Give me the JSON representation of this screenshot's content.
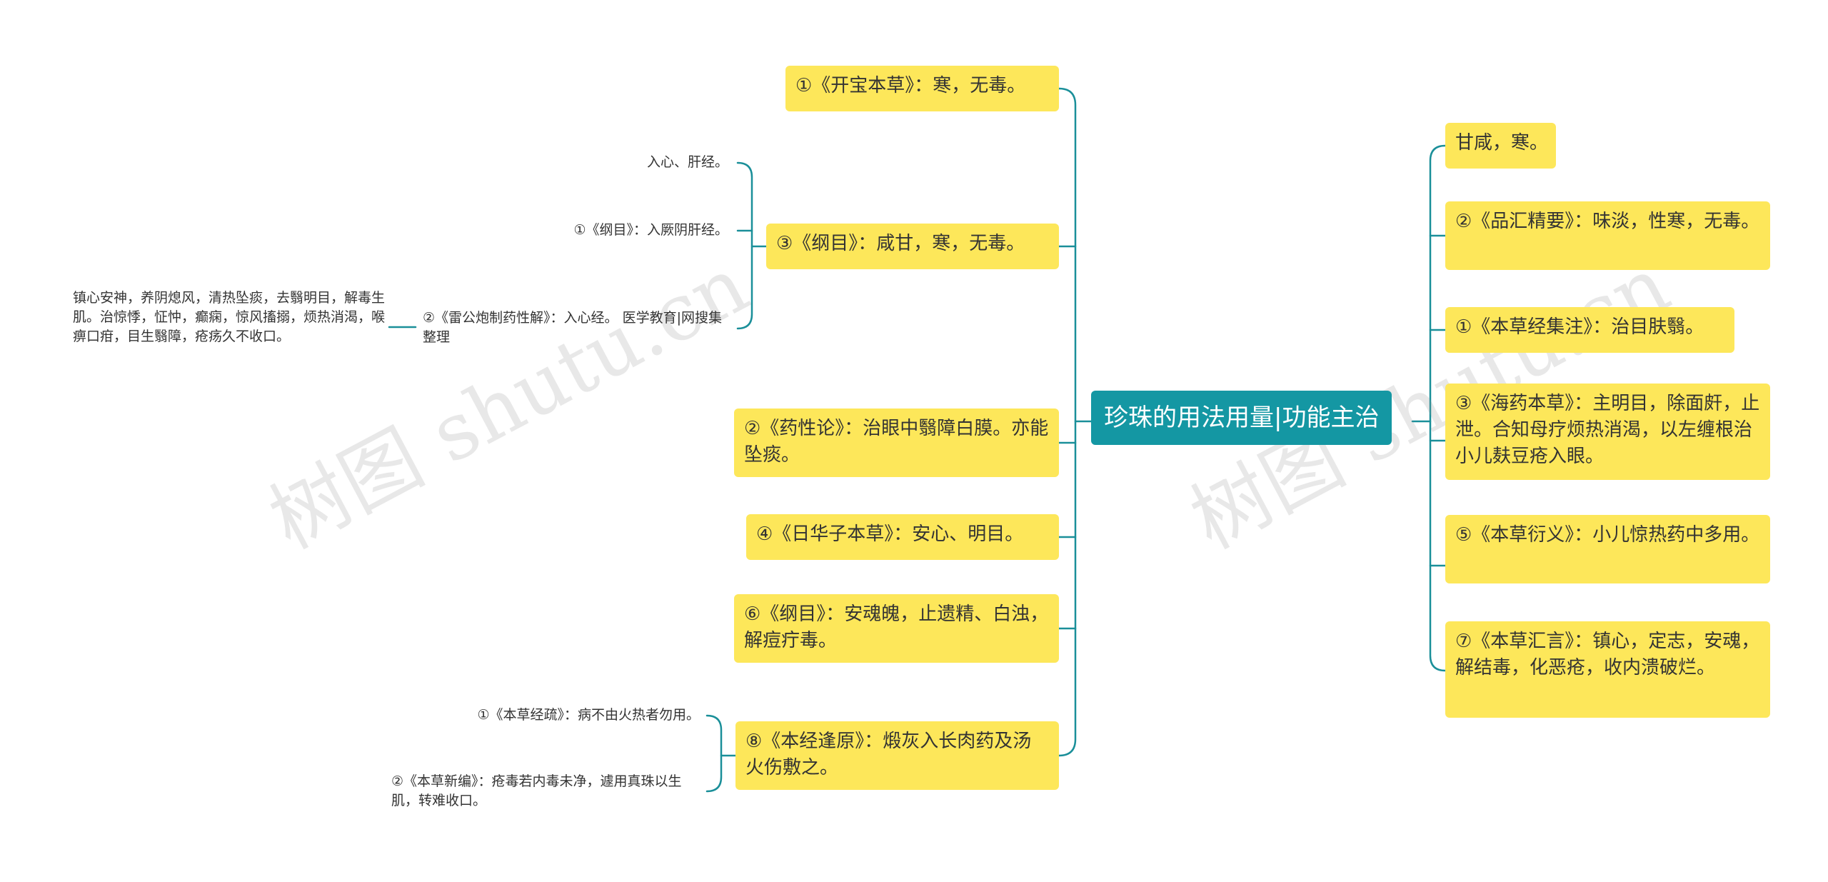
{
  "center": "珍珠的用法用量|功能主治",
  "watermark": "树图 shutu.cn",
  "colors": {
    "line": "#1a8f99",
    "node_bg": "#fde75a",
    "center_bg": "#1497a3"
  },
  "left": [
    {
      "label": "①《开宝本草》：寒，无毒。"
    },
    {
      "label": "③《纲目》：咸甘，寒，无毒。",
      "children": [
        "入心、肝经。",
        "①《纲目》：入厥阴肝经。",
        "②《雷公炮制药性解》：入心经。 医学教育|网搜集整理"
      ],
      "grandchild": "镇心安神，养阴熄风，清热坠痰，去翳明目，解毒生肌。治惊悸，怔忡，癫痫，惊风搐搦，烦热消渴，喉痹口疳，目生翳障，疮疡久不收口。"
    },
    {
      "label": "②《药性论》：治眼中翳障白膜。亦能坠痰。"
    },
    {
      "label": "④《日华子本草》：安心、明目。"
    },
    {
      "label": "⑥《纲目》：安魂魄，止遗精、白浊，解痘疔毒。"
    },
    {
      "label": "⑧《本经逢原》：煅灰入长肉药及汤火伤敷之。",
      "children": [
        "①《本草经疏》：病不由火热者勿用。",
        "②《本草新编》：疮毒若内毒未净，遽用真珠以生肌，转难收口。"
      ]
    }
  ],
  "right": [
    {
      "label": "甘咸，寒。"
    },
    {
      "label": "②《品汇精要》：味淡，性寒，无毒。"
    },
    {
      "label": "①《本草经集注》：治目肤翳。"
    },
    {
      "label": "③《海药本草》：主明目，除面皯，止泄。合知母疗烦热消渴，以左缠根治小儿麸豆疮入眼。"
    },
    {
      "label": "⑤《本草衍义》：小儿惊热药中多用。"
    },
    {
      "label": "⑦《本草汇言》：镇心，定志，安魂，解结毒，化恶疮，收内溃破烂。"
    }
  ]
}
